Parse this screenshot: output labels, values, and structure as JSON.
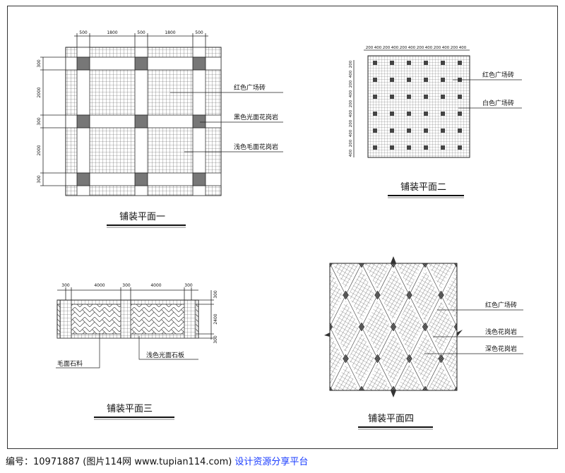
{
  "plans": [
    {
      "title": "铺装平面一",
      "dims_top": [
        "500",
        "1800",
        "500",
        "1800",
        "500"
      ],
      "dims_left": [
        "300",
        "2000",
        "300",
        "2000",
        "300"
      ],
      "labels": [
        "红色广场砖",
        "黑色光面花岗岩",
        "浅色毛面花岗岩"
      ]
    },
    {
      "title": "铺装平面二",
      "dims_top": [
        "200",
        "400",
        "200",
        "400",
        "200",
        "400",
        "200",
        "400",
        "200",
        "400",
        "200",
        "400"
      ],
      "dims_left": [
        "200",
        "400",
        "200",
        "400",
        "200",
        "400",
        "200",
        "400",
        "200",
        "400"
      ],
      "labels": [
        "红色广场砖",
        "白色广场砖"
      ]
    },
    {
      "title": "铺装平面三",
      "dims_top": [
        "300",
        "4000",
        "300",
        "4000",
        "300"
      ],
      "dims_right": [
        "300",
        "2400",
        "300"
      ],
      "labels": [
        "毛面石料",
        "浅色光面石板"
      ]
    },
    {
      "title": "铺装平面四",
      "labels": [
        "红色广场砖",
        "浅色花岗岩",
        "深色花岗岩"
      ]
    }
  ],
  "footer": {
    "id_text": "编号：10971887 (图片114网 www.tupian114.com)",
    "link_text": "设计资源分享平台"
  }
}
